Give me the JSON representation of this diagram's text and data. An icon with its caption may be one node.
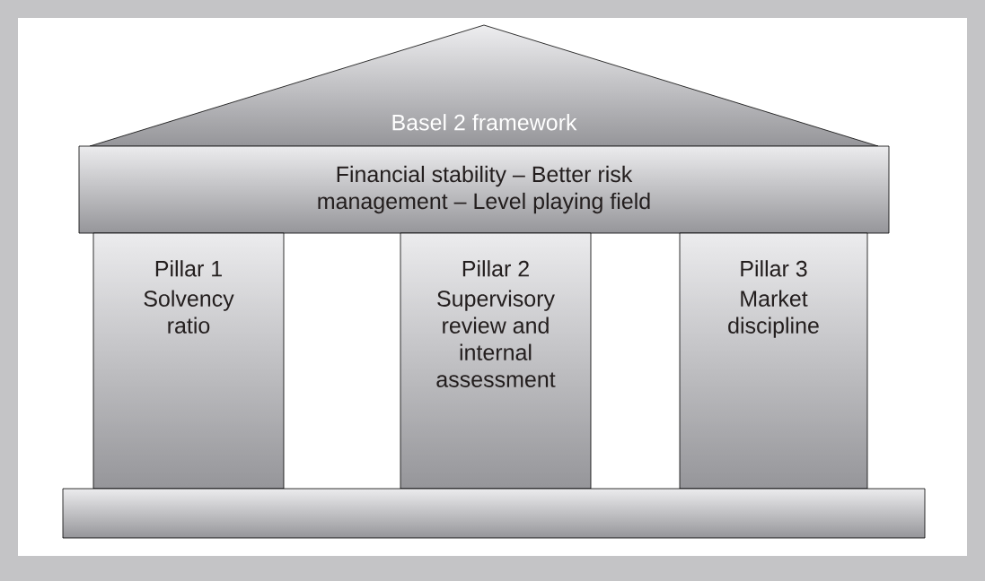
{
  "diagram": {
    "nodes": [
      {
        "text": [
          "Basel 2 framework"
        ]
      },
      {
        "text": [
          "Financial stability – Better risk management – Level playing field"
        ]
      },
      {
        "text": [
          "Pillar 1",
          "Solvency ratio"
        ]
      },
      {
        "text": [
          "Pillar 2",
          "Supervisory review and internal assessment"
        ]
      },
      {
        "text": [
          "Pillar 3",
          "Market discipline"
        ]
      },
      {
        "text": [],
        "shape": "box"
      }
    ]
  }
}
